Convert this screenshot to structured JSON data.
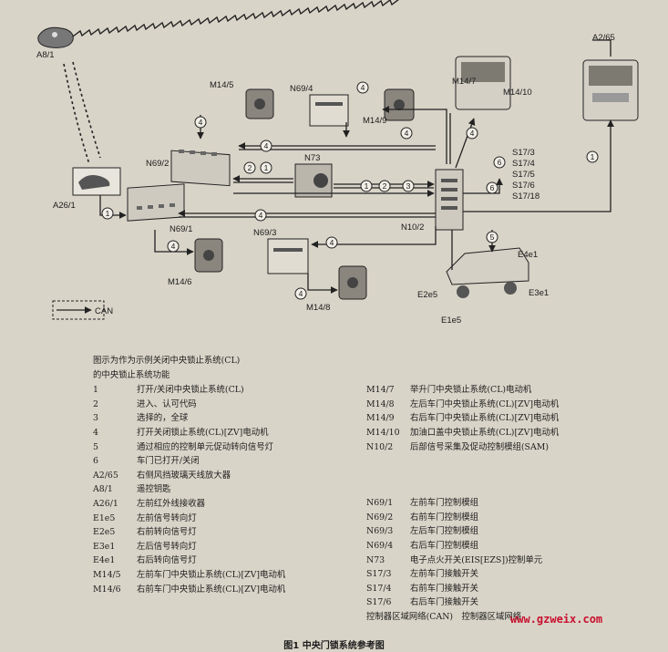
{
  "components": {
    "A8_1": "A8/1",
    "A2_65": "A2/65",
    "M14_5": "M14/5",
    "N69_4": "N69/4",
    "M14_7": "M14/7",
    "M14_10": "M14/10",
    "M14_9": "M14/9",
    "N69_2": "N69/2",
    "N73": "N73",
    "A26_1": "A26/1",
    "N69_1": "N69/1",
    "N10_2": "N10/2",
    "N69_3": "N69/3",
    "M14_6": "M14/6",
    "M14_8": "M14/8",
    "E4e1": "E4e1",
    "E2e5": "E2e5",
    "E3e1": "E3e1",
    "E1e5": "E1e5",
    "CAN": "CAN",
    "S17_3": "S17/3",
    "S17_4": "S17/4",
    "S17_5": "S17/5",
    "S17_6": "S17/6",
    "S17_18": "S17/18"
  },
  "numbers": {
    "n1": "1",
    "n2": "2",
    "n3": "3",
    "n4": "4",
    "n5": "5",
    "n6": "6"
  },
  "legend": {
    "intro_line1": "图示为作为示例关闭中央锁止系统(CL)",
    "intro_line2": "的中央锁止系统功能",
    "left_items": [
      {
        "key": "1",
        "text": "打开/关闭中央锁止系统(CL)"
      },
      {
        "key": "2",
        "text": "进入、认可代码"
      },
      {
        "key": "3",
        "text": "选择的，全球"
      },
      {
        "key": "4",
        "text": "打开关闭锁止系统(CL)[ZV]电动机"
      },
      {
        "key": "5",
        "text": "通过相应的控制单元促动转向信号灯"
      },
      {
        "key": "6",
        "text": "车门已打开/关闭"
      },
      {
        "key": "A2/65",
        "text": "右侧风挡玻璃天线放大器"
      },
      {
        "key": "A8/1",
        "text": "遥控钥匙"
      },
      {
        "key": "A26/1",
        "text": "左前红外线接收器"
      },
      {
        "key": "E1e5",
        "text": "左前信号转向灯"
      },
      {
        "key": "E2e5",
        "text": "右前转向信号灯"
      },
      {
        "key": "E3e1",
        "text": "左后信号转向灯"
      },
      {
        "key": "E4e1",
        "text": "右后转向信号灯"
      },
      {
        "key": "M14/5",
        "text": "左前车门中央锁止系统(CL)[ZV]电动机"
      },
      {
        "key": "M14/6",
        "text": "右前车门中央锁止系统(CL)[ZV]电动机"
      }
    ],
    "right_items_top": [
      {
        "key": "M14/7",
        "text": "举升门中央锁止系统(CL)电动机"
      },
      {
        "key": "M14/8",
        "text": "左后车门中央锁止系统(CL)[ZV]电动机"
      },
      {
        "key": "M14/9",
        "text": "右后车门中央锁止系统(CL)[ZV]电动机"
      },
      {
        "key": "M14/10",
        "text": "加油口盖中央锁止系统(CL)[ZV]电动机"
      },
      {
        "key": "N10/2",
        "text": "后部信号采集及促动控制模组(SAM)"
      }
    ],
    "right_items_bottom": [
      {
        "key": "N69/1",
        "text": "左前车门控制模组"
      },
      {
        "key": "N69/2",
        "text": "右前车门控制模组"
      },
      {
        "key": "N69/3",
        "text": "左后车门控制模组"
      },
      {
        "key": "N69/4",
        "text": "右后车门控制模组"
      },
      {
        "key": "N73",
        "text": "电子点火开关(EIS[EZS])控制单元"
      },
      {
        "key": "S17/3",
        "text": "左前车门接触开关"
      },
      {
        "key": "S17/4",
        "text": "右前车门接触开关"
      },
      {
        "key": "S17/6",
        "text": "右后车门接触开关"
      }
    ],
    "can_line": "控制器区域网络(CAN)　控制器区域网络"
  },
  "caption": "图1 中央门锁系统参考图",
  "watermark": "www.gzweix.com",
  "colors": {
    "background": "#d9d4c8",
    "ink": "#1e1e1e",
    "watermark": "#c8102e"
  }
}
